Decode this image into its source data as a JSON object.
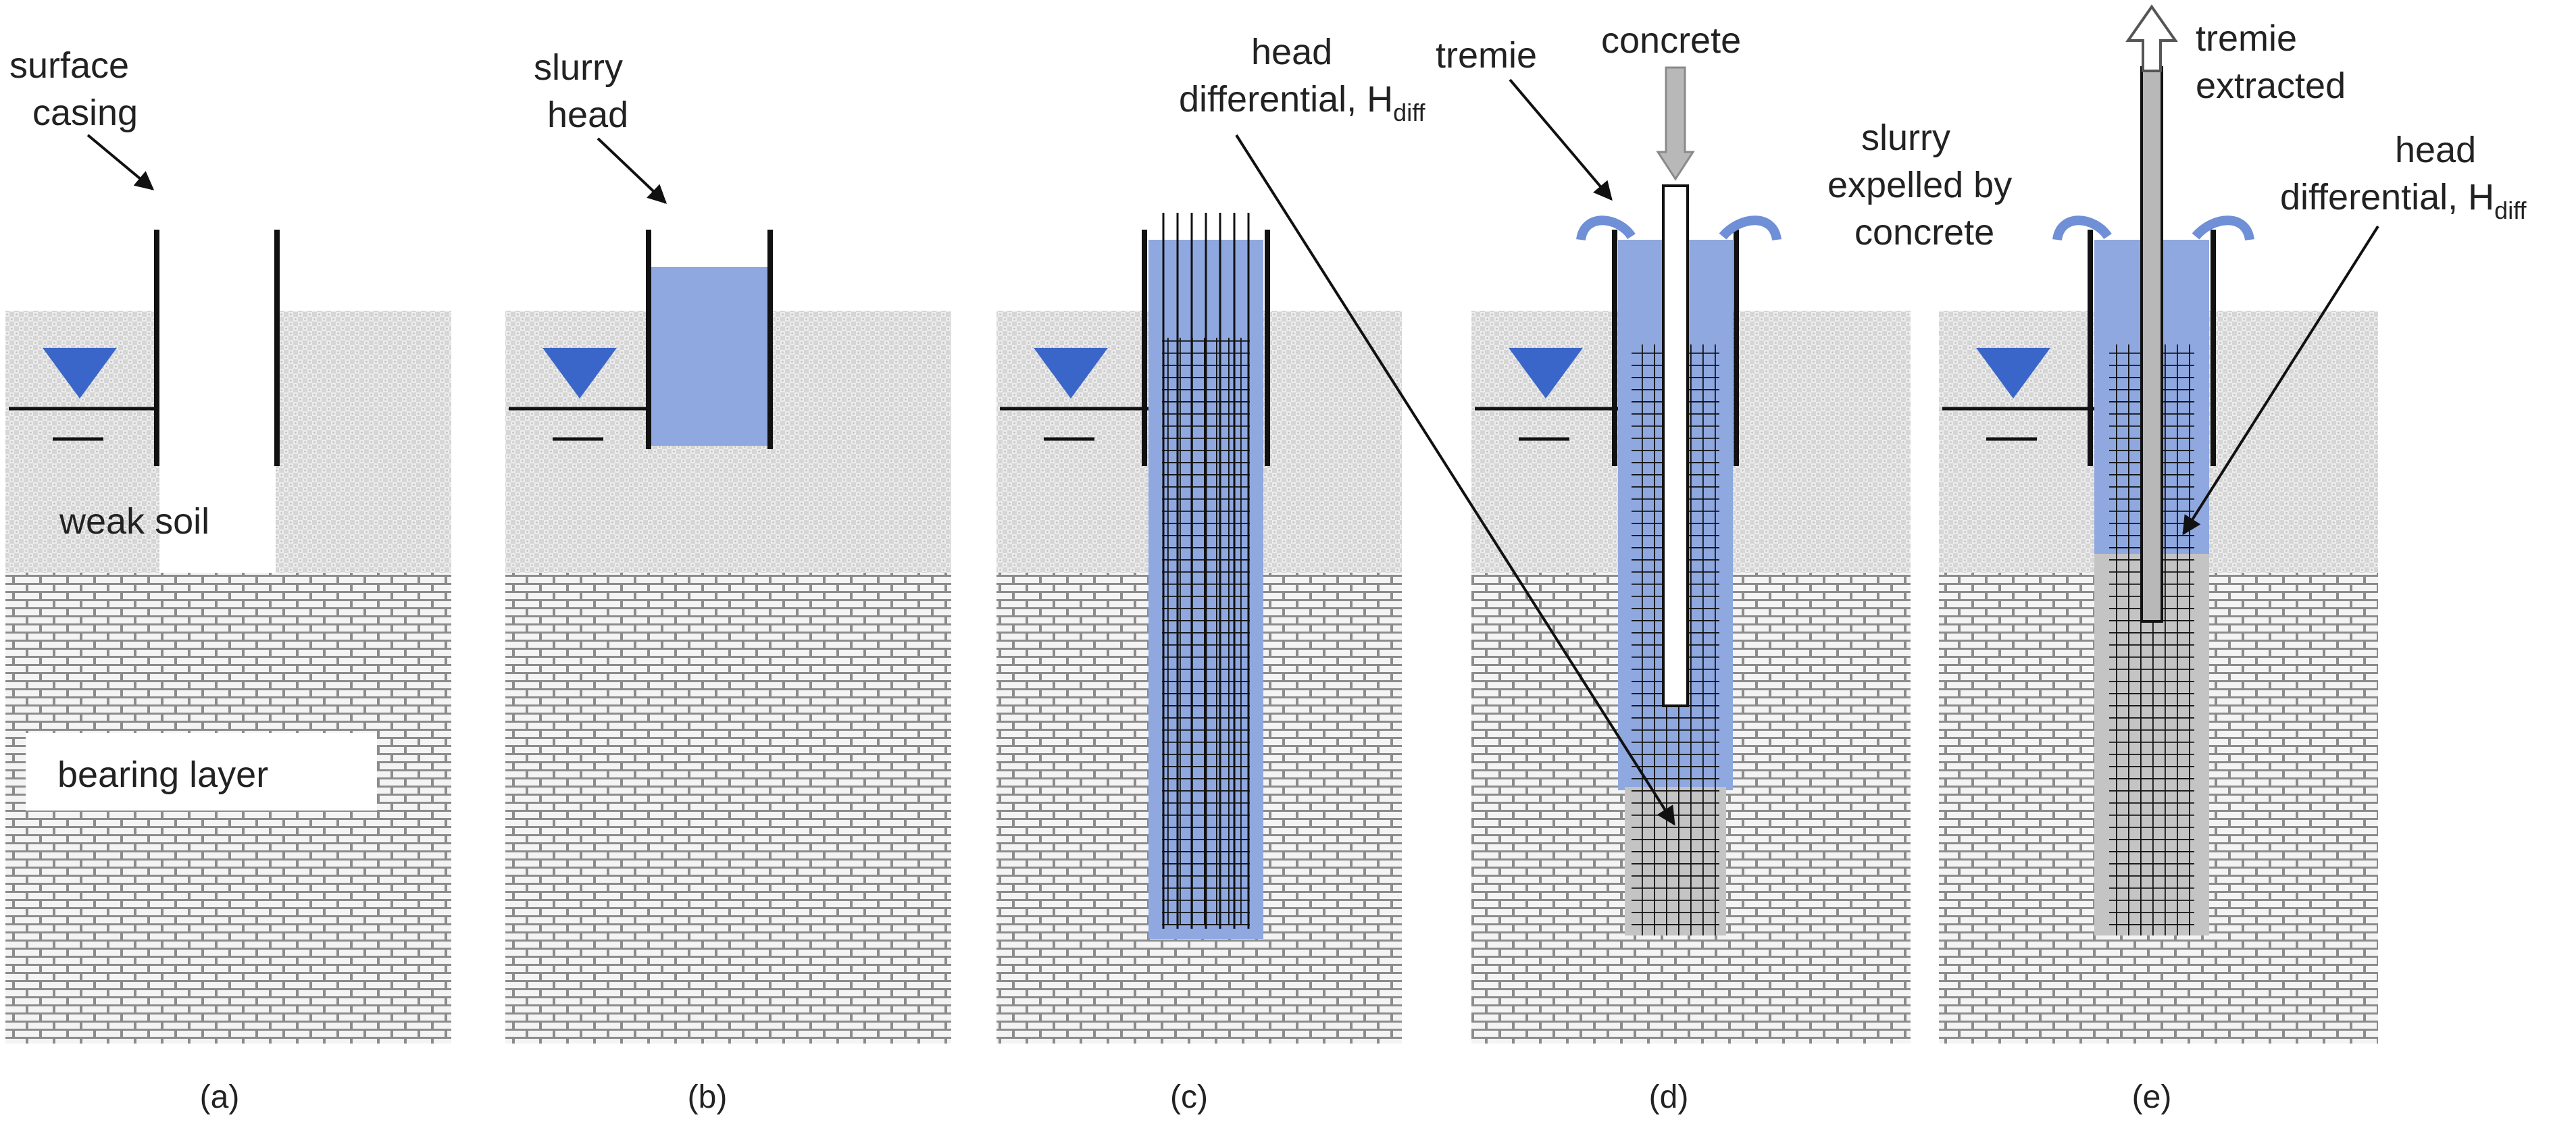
{
  "colors": {
    "slurry": "#8fa8e0",
    "slurry_dark": "#7f97d6",
    "concrete": "#c4c4c4",
    "water_table": "#3b66c9",
    "line": "#111111",
    "tremie": "#b8b8b8"
  },
  "panels": [
    {
      "caption": "(a)"
    },
    {
      "caption": "(b)"
    },
    {
      "caption": "(c)"
    },
    {
      "caption": "(d)"
    },
    {
      "caption": "(e)"
    }
  ],
  "labels": {
    "surface_casing_1": "surface",
    "surface_casing_2": "casing",
    "weak_soil": "weak soil",
    "bearing_layer": "bearing layer",
    "slurry_head_1": "slurry",
    "slurry_head_2": "head",
    "head_diff_c_1": "head",
    "head_diff_c_2": "differential, H",
    "head_diff_c_sub": "diff",
    "tremie_d": "tremie",
    "concrete_d": "concrete",
    "slurry_expelled_1": "slurry",
    "slurry_expelled_2": "expelled by",
    "slurry_expelled_3": "concrete",
    "tremie_extracted_1": "tremie",
    "tremie_extracted_2": "extracted",
    "head_diff_e_1": "head",
    "head_diff_e_2": "differential, H",
    "head_diff_e_sub": "diff"
  },
  "icons": [
    "water-table-icon",
    "arrow-down-icon",
    "arrow-up-icon",
    "curved-arrow-icon"
  ]
}
